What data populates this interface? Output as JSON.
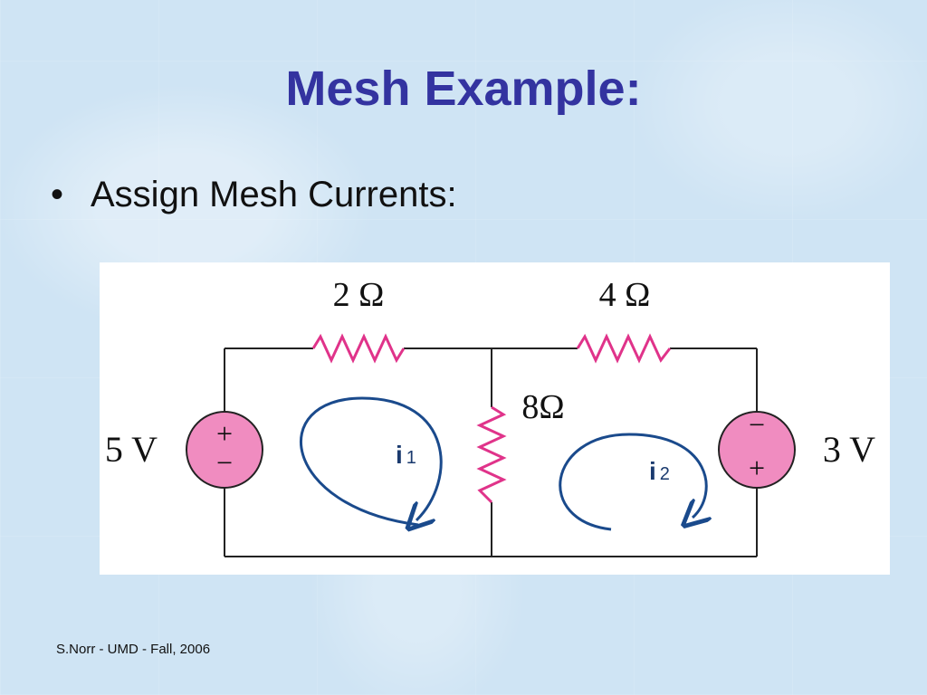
{
  "slide": {
    "title": "Mesh Example:",
    "bullet_symbol": "•",
    "bullet_text": "Assign Mesh Currents:",
    "footer": "S.Norr - UMD - Fall, 2006"
  },
  "circuit": {
    "resistor_left": "2 Ω",
    "resistor_right": "4 Ω",
    "resistor_middle": "8Ω",
    "source_left_voltage": "5 V",
    "source_right_voltage": "3 V",
    "source_left_top_sign": "+",
    "source_left_bottom_sign": "−",
    "source_right_top_sign": "−",
    "source_right_bottom_sign": "+",
    "mesh_current_1": "i",
    "mesh_current_1_sub": "1",
    "mesh_current_2": "i",
    "mesh_current_2_sub": "2",
    "colors": {
      "wire": "#222222",
      "resistor": "#e0338a",
      "source_fill": "#f08cc0",
      "mesh_arrow": "#1a4a8c",
      "current_label": "#1a3a6e"
    }
  }
}
